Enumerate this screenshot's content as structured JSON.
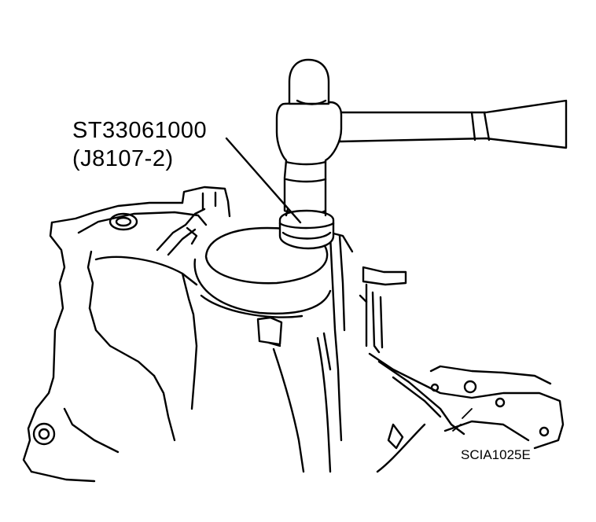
{
  "callout": {
    "tool_number": "ST33061000",
    "kent_moore_number": "(J8107-2)"
  },
  "figure_code": "SCIA1025E",
  "colors": {
    "line": "#000000",
    "background": "#ffffff"
  }
}
